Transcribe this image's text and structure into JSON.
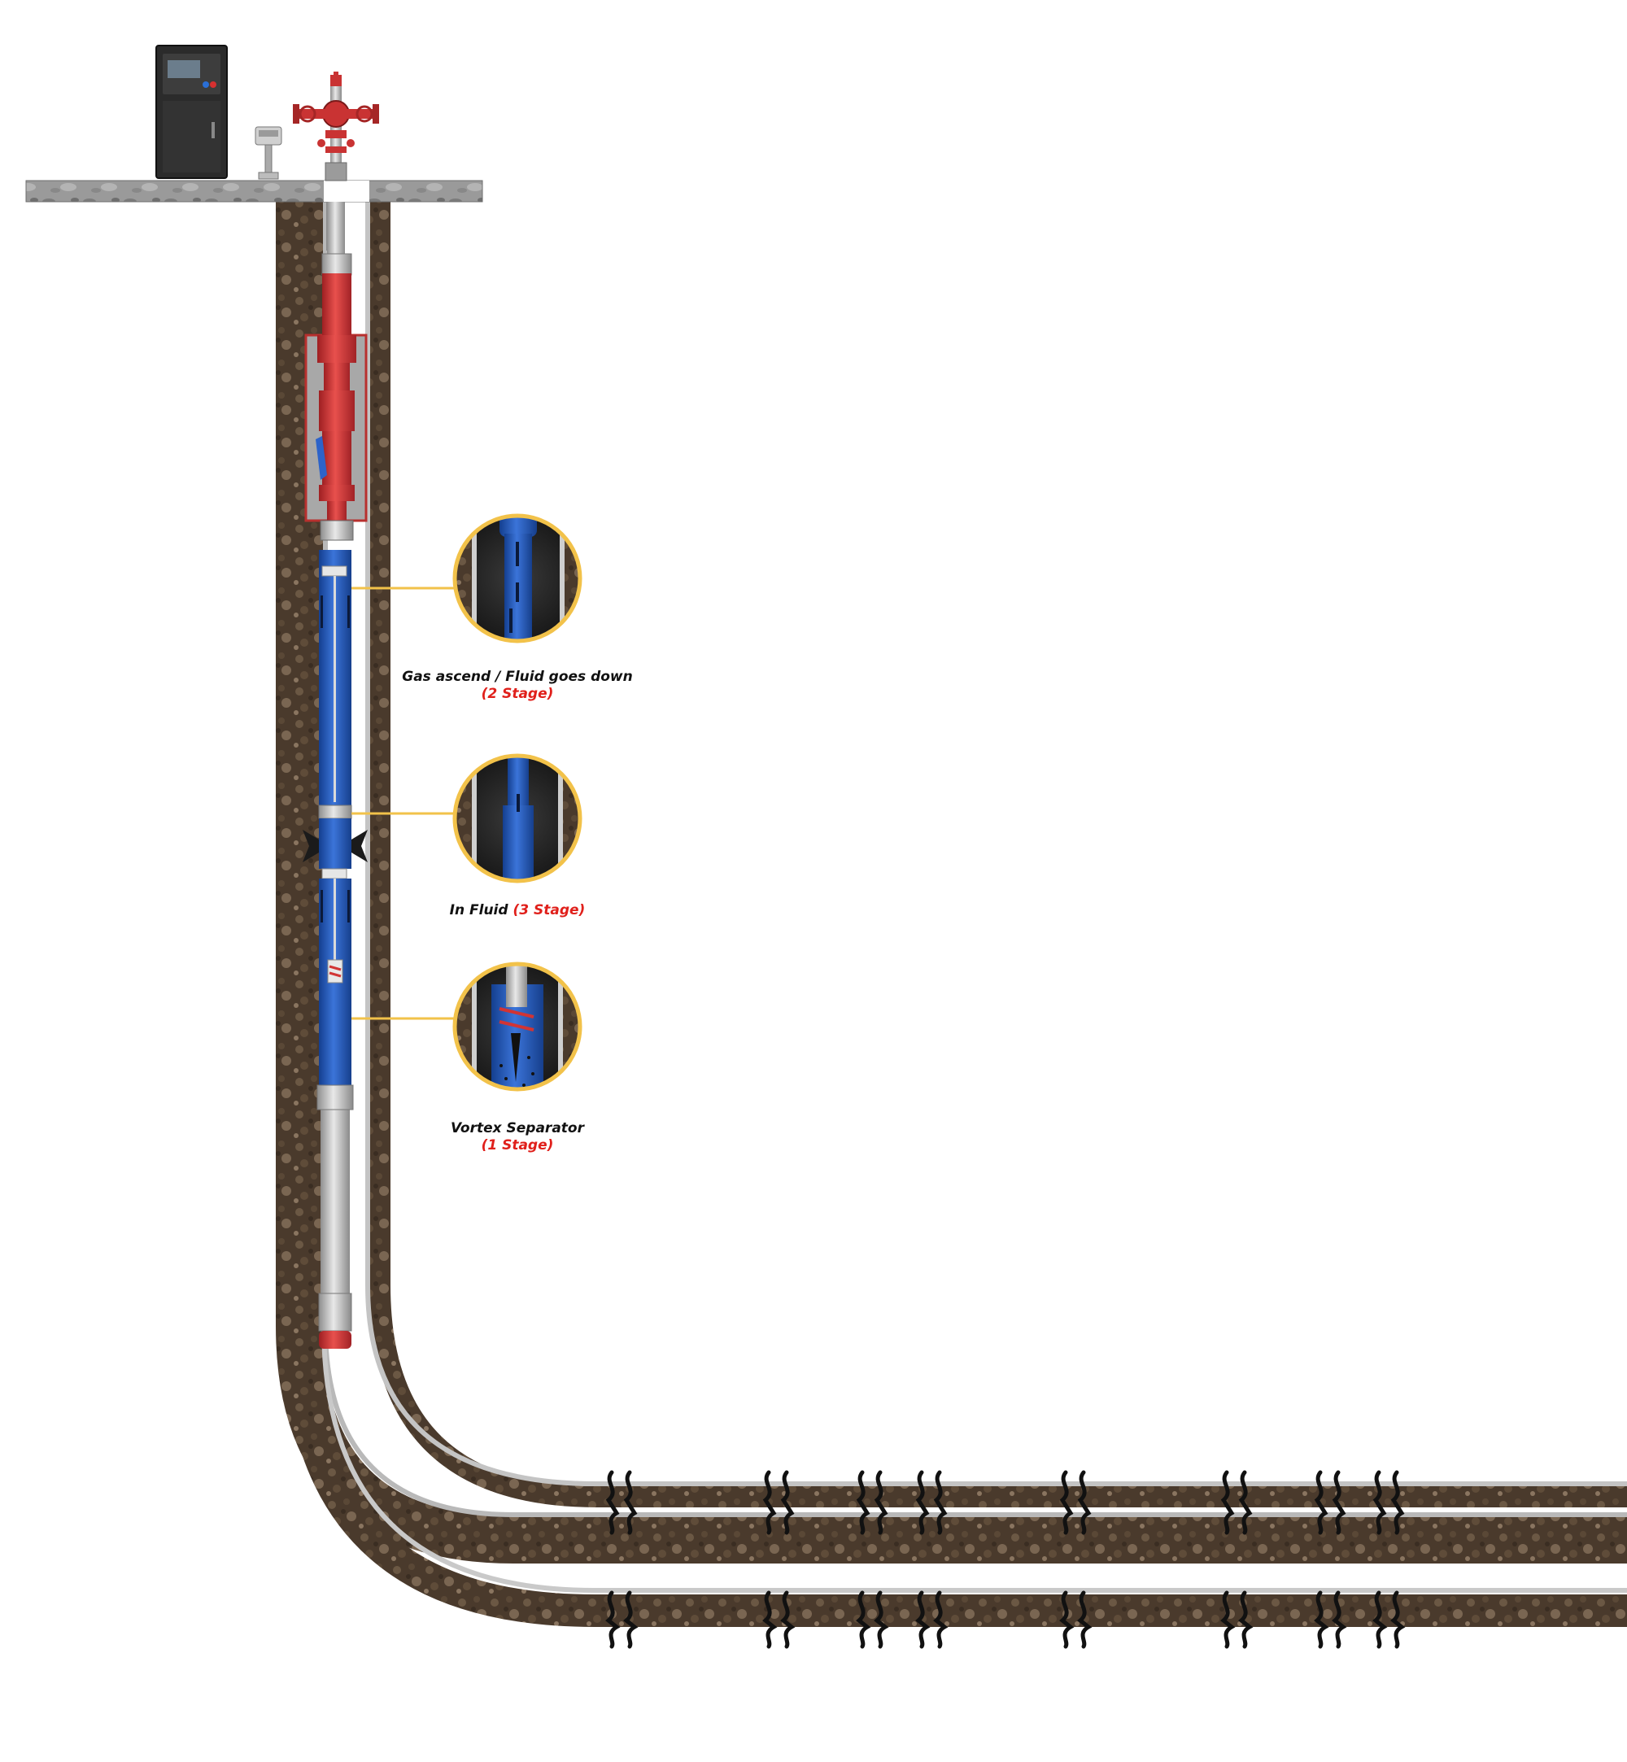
{
  "colors": {
    "rock": "#4a3a2c",
    "rock_light": "#7a6652",
    "casing": "#bdbdbd",
    "tool_blue": "#1f55b8",
    "tool_red": "#d13434",
    "callout_ring": "#f2c24a",
    "stage_text": "#e0201b",
    "fracture": "#111111"
  },
  "icons": {
    "control_panel": "control-cabinet-icon",
    "pump_jack": "pressure-gauge-icon",
    "wellhead": "christmas-tree-valve-icon",
    "fracture": "fracture-crack-icon"
  },
  "callouts": [
    {
      "id": "gas-ascend",
      "title": "Gas ascend / Fluid goes down",
      "stage": "(2 Stage)"
    },
    {
      "id": "in-fluid",
      "title": "In Fluid ",
      "stage": "(3 Stage)"
    },
    {
      "id": "vortex",
      "title": "Vortex Separator",
      "stage": "(1 Stage)"
    }
  ],
  "fracture_count": 8
}
